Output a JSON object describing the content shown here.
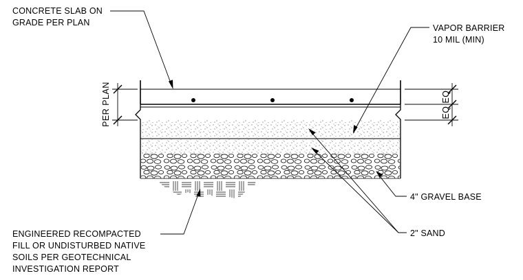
{
  "callouts": {
    "slab_l1": "CONCRETE SLAB ON",
    "slab_l2": "GRADE PER PLAN",
    "vapor_l1": "VAPOR BARRIER",
    "vapor_l2": "10 MIL (MIN)",
    "gravel": "4\" GRAVEL BASE",
    "sand": "2\" SAND",
    "soil_l1": "ENGINEERED RECOMPACTED",
    "soil_l2": "FILL OR UNDISTURBED NATIVE",
    "soil_l3": "SOILS PER GEOTECHNICAL",
    "soil_l4": "INVESTIGATION REPORT"
  },
  "dimensions": {
    "slab_thickness": "PER PLAN",
    "eq_top": "EQ",
    "eq_bottom": "EQ"
  }
}
